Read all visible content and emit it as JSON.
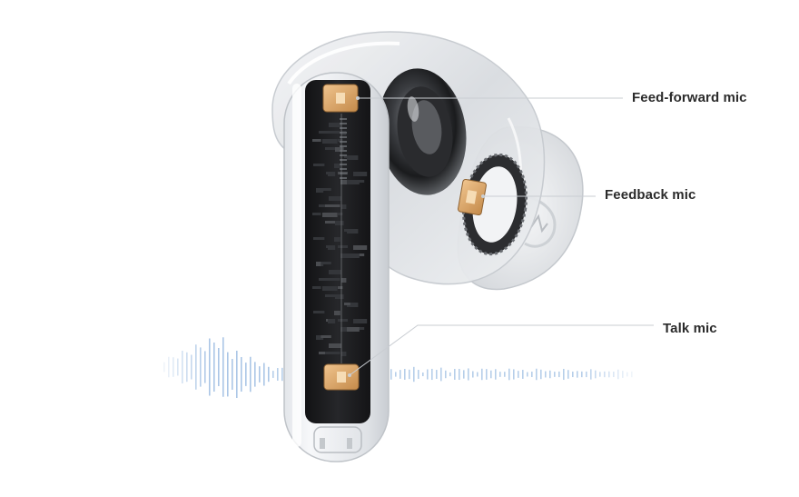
{
  "callouts": {
    "feed_forward": {
      "label": "Feed-forward mic"
    },
    "feedback": {
      "label": "Feedback mic"
    },
    "talk": {
      "label": "Talk mic"
    }
  },
  "colors": {
    "background": "#ffffff",
    "label_text": "#2b2b2b",
    "leader_line": "#c9cdd2",
    "waveform": "#8fb3dd",
    "mic_chip": "#e0b27a",
    "circuit_board": "#1c1c1e"
  },
  "illustration": {
    "subject": "transparent-earbud",
    "waveform": "audio-waveform"
  }
}
